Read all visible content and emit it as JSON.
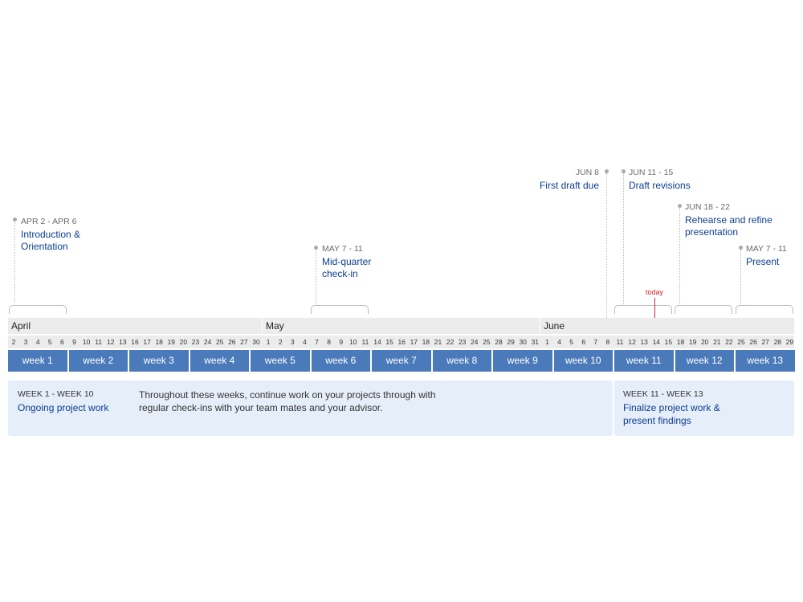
{
  "milestones": [
    {
      "date": "APR 2 - APR 6",
      "title": "Introduction & Orientation"
    },
    {
      "date": "MAY 7 - 11",
      "title": "Mid-quarter check-in"
    },
    {
      "date": "JUN 8",
      "title": "First draft due"
    },
    {
      "date": "JUN 11 - 15",
      "title": "Draft revisions"
    },
    {
      "date": "JUN 18 - 22",
      "title": "Rehearse and refine presentation"
    },
    {
      "date": "MAY 7 - 11",
      "title": "Present"
    }
  ],
  "months": [
    "April",
    "May",
    "June"
  ],
  "days": [
    "2",
    "3",
    "4",
    "5",
    "6",
    "9",
    "10",
    "11",
    "12",
    "13",
    "16",
    "17",
    "18",
    "19",
    "20",
    "23",
    "24",
    "25",
    "26",
    "27",
    "30",
    "1",
    "2",
    "3",
    "4",
    "7",
    "8",
    "9",
    "10",
    "11",
    "14",
    "15",
    "16",
    "17",
    "18",
    "21",
    "22",
    "23",
    "24",
    "25",
    "28",
    "29",
    "30",
    "31",
    "1",
    "4",
    "5",
    "6",
    "7",
    "8",
    "11",
    "12",
    "13",
    "14",
    "15",
    "18",
    "19",
    "20",
    "21",
    "22",
    "25",
    "26",
    "27",
    "28",
    "29"
  ],
  "weeks": [
    "week 1",
    "week 2",
    "week 3",
    "week 4",
    "week 5",
    "week 6",
    "week 7",
    "week 8",
    "week 9",
    "week 10",
    "week 11",
    "week 12",
    "week 13"
  ],
  "today_label": "today",
  "colors": {
    "week_fill": "#4a7ab9",
    "today": "#d0262d",
    "title_blue": "#0b3d91",
    "panel_fill": "#e6eef9"
  },
  "panels": [
    {
      "range": "WEEK 1 - WEEK 10",
      "title": "Ongoing project work",
      "description": "Throughout these weeks, continue work on your projects through with regular check-ins with your team mates and your advisor."
    },
    {
      "range": "WEEK 11 - WEEK 13",
      "title": "Finalize project work & present findings",
      "description": ""
    }
  ]
}
